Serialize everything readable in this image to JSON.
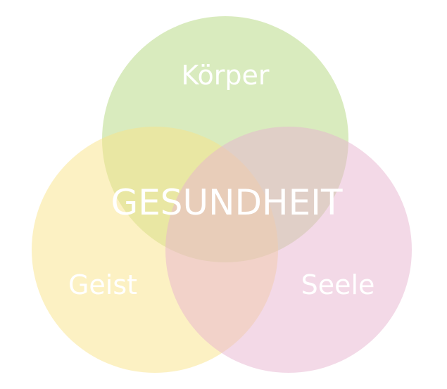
{
  "diagram": {
    "center_label": "GESUNDHEIT",
    "sets": [
      {
        "label": "Körper",
        "color": "#b4d87e"
      },
      {
        "label": "Geist",
        "color": "#f9e388"
      },
      {
        "label": "Seele",
        "color": "#e8b3cf"
      }
    ]
  }
}
